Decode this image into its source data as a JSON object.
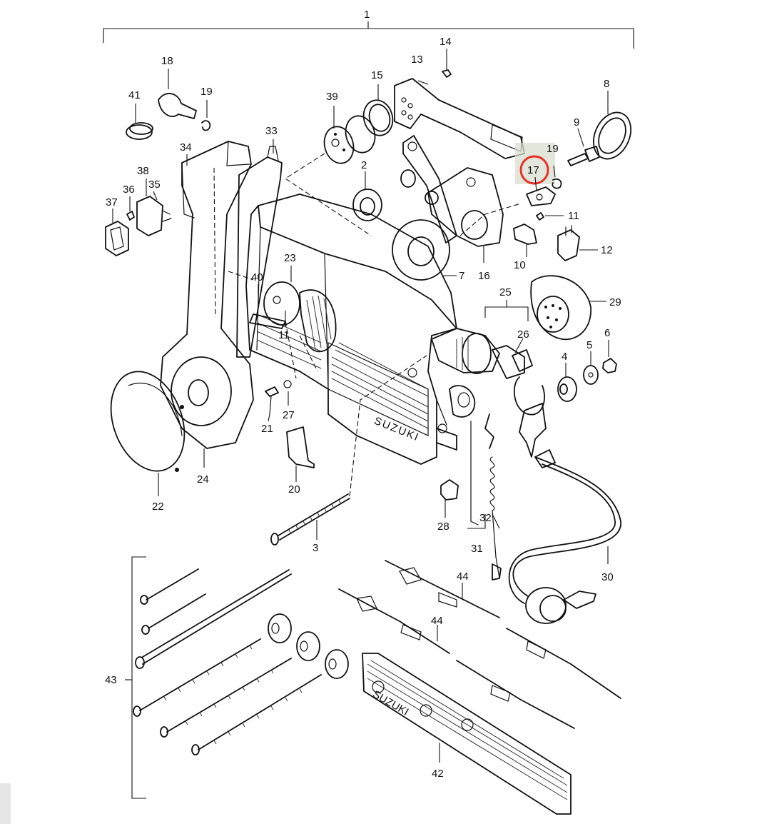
{
  "diagram": {
    "brand_text": "SUZUKI",
    "plate_text": "SUZUKI",
    "highlight": {
      "part": "17",
      "circle_color": "#e53226",
      "box_color": "#d9ddcf"
    },
    "labels": {
      "p1": "1",
      "p2": "2",
      "p3": "3",
      "p4": "4",
      "p5": "5",
      "p6": "6",
      "p7": "7",
      "p8": "8",
      "p9": "9",
      "p10": "10",
      "p11a": "11",
      "p11b": "11",
      "p12": "12",
      "p13": "13",
      "p14": "14",
      "p15": "15",
      "p16": "16",
      "p17": "17",
      "p18": "18",
      "p19a": "19",
      "p19b": "19",
      "p20": "20",
      "p21": "21",
      "p22": "22",
      "p23": "23",
      "p24": "24",
      "p25": "25",
      "p26": "26",
      "p27": "27",
      "p28": "28",
      "p29": "29",
      "p30": "30",
      "p31": "31",
      "p32": "32",
      "p33": "33",
      "p34": "34",
      "p35": "35",
      "p36": "36",
      "p37": "37",
      "p38": "38",
      "p39": "39",
      "p40": "40",
      "p41": "41",
      "p42": "42",
      "p43": "43",
      "p44a": "44",
      "p44b": "44"
    }
  }
}
